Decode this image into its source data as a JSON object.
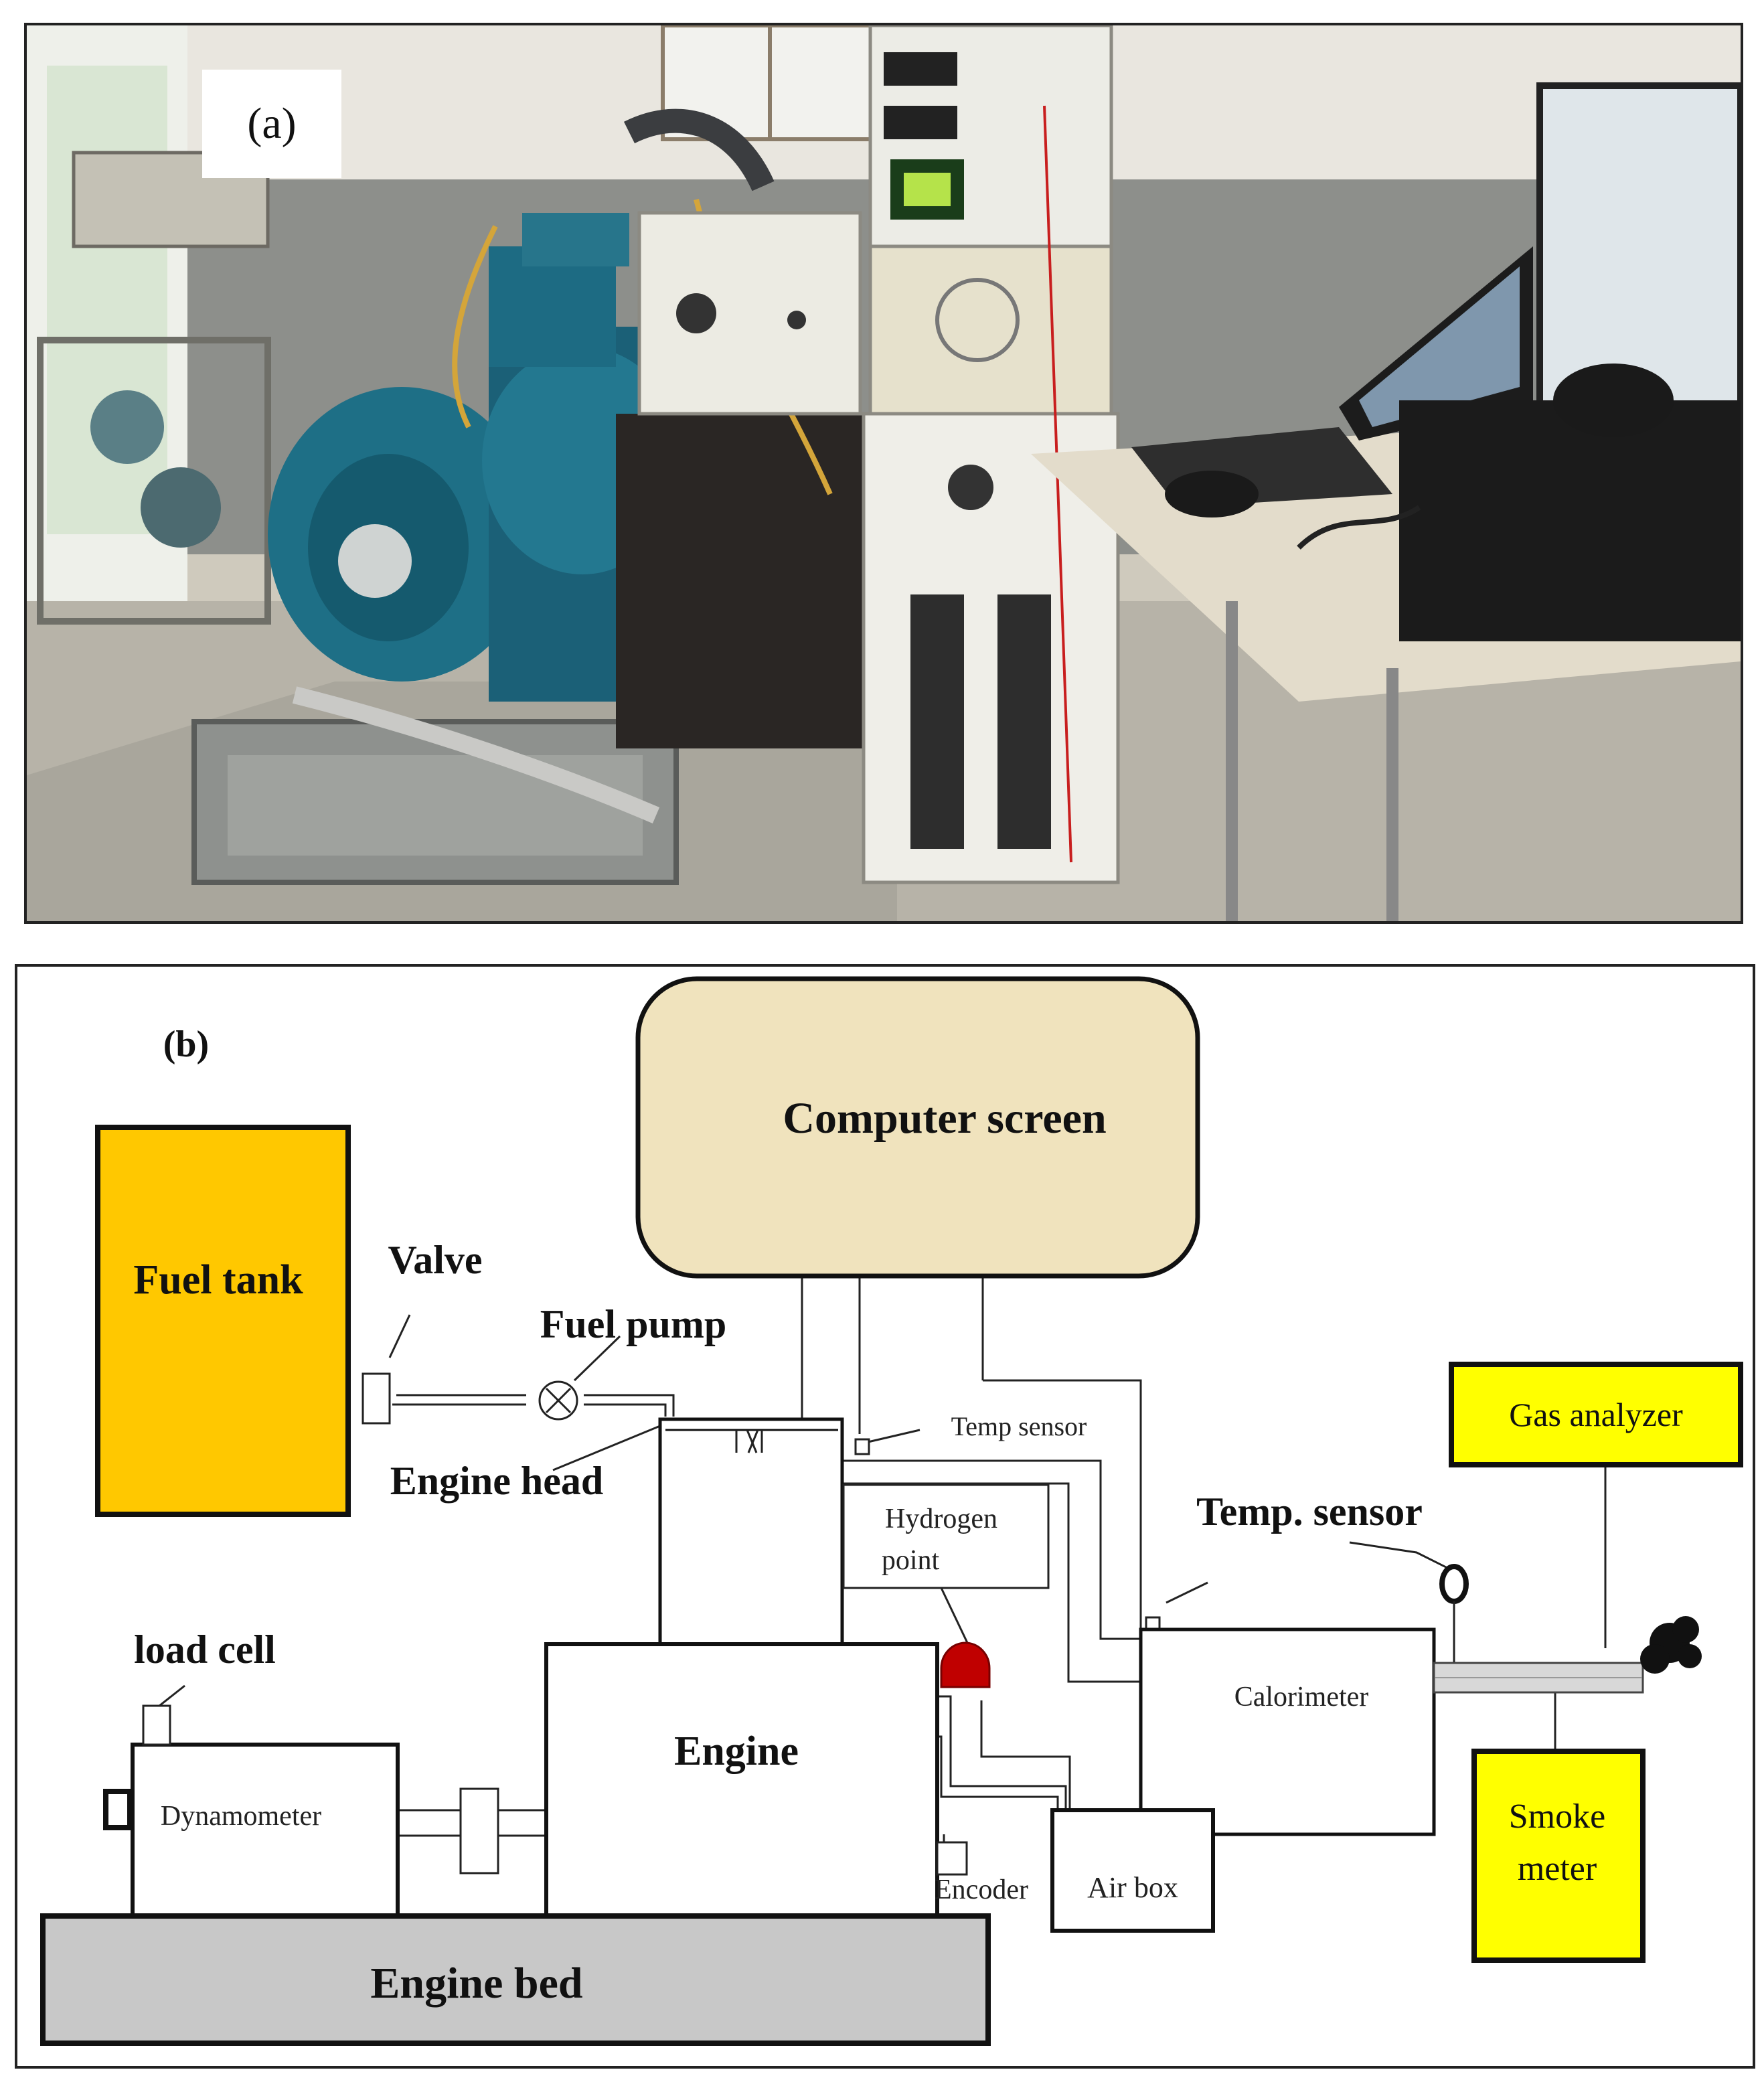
{
  "panel_a": {
    "label": "(a)"
  },
  "panel_b": {
    "label": "(b)",
    "blocks": {
      "computer_screen": "Computer screen",
      "fuel_tank": "Fuel tank",
      "gas_analyzer": "Gas analyzer",
      "calorimeter": "Calorimeter",
      "smoke_meter_line1": "Smoke",
      "smoke_meter_line2": "meter",
      "engine": "Engine",
      "dynamometer": "Dynamometer",
      "air_box": "Air box",
      "engine_bed": "Engine bed",
      "hydrogen_point_line1": "Hydrogen",
      "hydrogen_point_line2": "point"
    },
    "labels": {
      "valve": "Valve",
      "fuel_pump": "Fuel pump",
      "engine_head": "Engine head",
      "temp_sensor_small": "Temp sensor",
      "temp_sensor": "Temp. sensor",
      "load_cell": "load cell",
      "encoder": "Encoder"
    },
    "colors": {
      "fuel_tank": "#ffc800",
      "computer_screen": "#f0e3bd",
      "yellow_boxes": "#ffff00",
      "engine_bed": "#c8c8c8",
      "hydrogen_marker": "#c00000"
    }
  }
}
